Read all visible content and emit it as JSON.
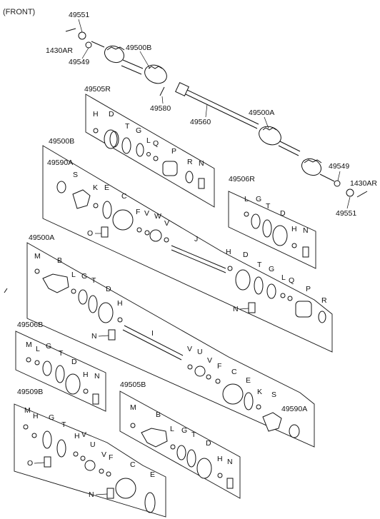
{
  "header": {
    "front_label": "(FRONT)"
  },
  "assembly_labels": {
    "n49551_top": "49551",
    "n1430AR_top": "1430AR",
    "n49549_top": "49549",
    "n49500B_top": "49500B",
    "n49505R": "49505R",
    "n49580": "49580",
    "n49560": "49560",
    "n49500A_top": "49500A",
    "n49500B_panel": "49500B",
    "n49590A_left": "49590A",
    "n49549_right": "49549",
    "n1430AR_right": "1430AR",
    "n49551_right": "49551",
    "n49506R": "49506R",
    "n49500A_panel": "49500A",
    "n49506B": "49506B",
    "n49509B": "49509B",
    "n49505B": "49505B",
    "n49590A_right": "49590A"
  },
  "panel_49505R": {
    "H": "H",
    "D": "D",
    "T": "T",
    "G": "G",
    "L": "L",
    "Q": "Q",
    "P": "P",
    "R": "R",
    "N": "N"
  },
  "panel_49500B": {
    "S": "S",
    "K": "K",
    "E": "E",
    "C": "C",
    "F": "F",
    "V1": "V",
    "W": "W",
    "V2": "V",
    "O": "O",
    "J": "J",
    "H": "H",
    "D": "D",
    "T": "T",
    "G": "G",
    "L": "L",
    "Q": "Q",
    "P": "P",
    "R": "R",
    "N": "N"
  },
  "panel_49506R": {
    "L": "L",
    "G": "G",
    "T": "T",
    "D": "D",
    "H": "H",
    "N": "N"
  },
  "panel_49500A": {
    "M": "M",
    "B": "B",
    "L": "L",
    "G": "G",
    "T": "T",
    "D": "D",
    "H": "H",
    "N": "N",
    "I": "I",
    "V1": "V",
    "U": "U",
    "V2": "V",
    "F": "F",
    "C": "C",
    "E": "E",
    "K": "K",
    "S": "S"
  },
  "panel_49506B": {
    "M": "M",
    "L": "L",
    "G": "G",
    "T": "T",
    "D": "D",
    "H": "H",
    "N": "N"
  },
  "panel_49509B": {
    "M": "M",
    "H": "H",
    "G": "G",
    "T": "T",
    "O": "O",
    "H2": "H",
    "V1": "V",
    "U": "U",
    "V2": "V",
    "F": "F",
    "C": "C",
    "E": "E",
    "N": "N"
  },
  "panel_49505B": {
    "M": "M",
    "B": "B",
    "L": "L",
    "G": "G",
    "T": "T",
    "D": "D",
    "H": "H",
    "N": "N"
  }
}
